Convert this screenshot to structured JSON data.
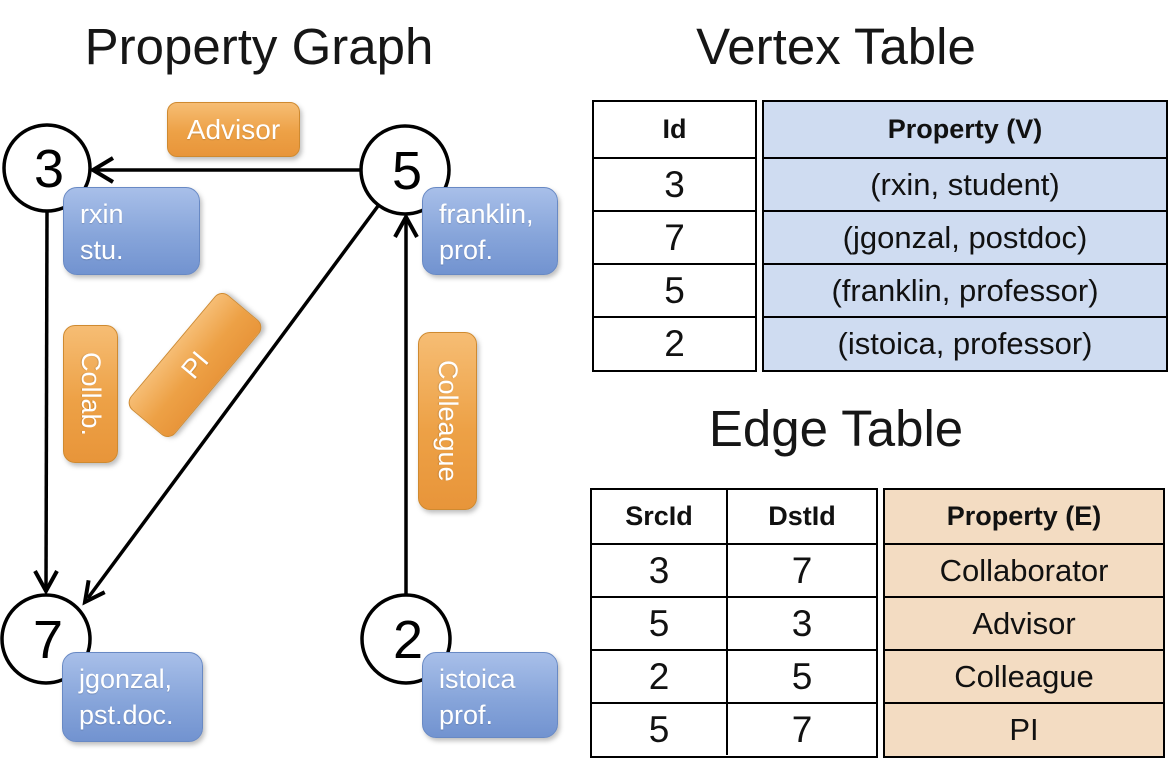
{
  "titles": {
    "graph": "Property Graph",
    "vertex": "Vertex Table",
    "edge": "Edge Table"
  },
  "graph": {
    "vertices": [
      {
        "id": "3",
        "prop_line1": "rxin",
        "prop_line2": "stu."
      },
      {
        "id": "5",
        "prop_line1": "franklin,",
        "prop_line2": "prof."
      },
      {
        "id": "7",
        "prop_line1": "jgonzal,",
        "prop_line2": "pst.doc."
      },
      {
        "id": "2",
        "prop_line1": "istoica",
        "prop_line2": "prof."
      }
    ],
    "edge_labels": {
      "advisor": "Advisor",
      "collab": "Collab.",
      "pi": "PI",
      "colleague": "Colleague"
    }
  },
  "vertex_table": {
    "headers": {
      "id": "Id",
      "property": "Property (V)"
    },
    "rows": [
      {
        "id": "3",
        "property": "(rxin, student)"
      },
      {
        "id": "7",
        "property": "(jgonzal, postdoc)"
      },
      {
        "id": "5",
        "property": "(franklin, professor)"
      },
      {
        "id": "2",
        "property": "(istoica, professor)"
      }
    ]
  },
  "edge_table": {
    "headers": {
      "src": "SrcId",
      "dst": "DstId",
      "property": "Property (E)"
    },
    "rows": [
      {
        "src": "3",
        "dst": "7",
        "property": "Collaborator"
      },
      {
        "src": "5",
        "dst": "3",
        "property": "Advisor"
      },
      {
        "src": "2",
        "dst": "5",
        "property": "Colleague"
      },
      {
        "src": "5",
        "dst": "7",
        "property": "PI"
      }
    ]
  },
  "colors": {
    "edge_label_gradient_top": "#f6bd74",
    "edge_label_gradient_bottom": "#e8953a",
    "vertex_label_gradient_top": "#a8bfe9",
    "vertex_label_gradient_bottom": "#7293d0",
    "vertex_table_fill": "#cfdcf1",
    "edge_table_fill": "#f3dcc2",
    "line_color": "#000000"
  }
}
